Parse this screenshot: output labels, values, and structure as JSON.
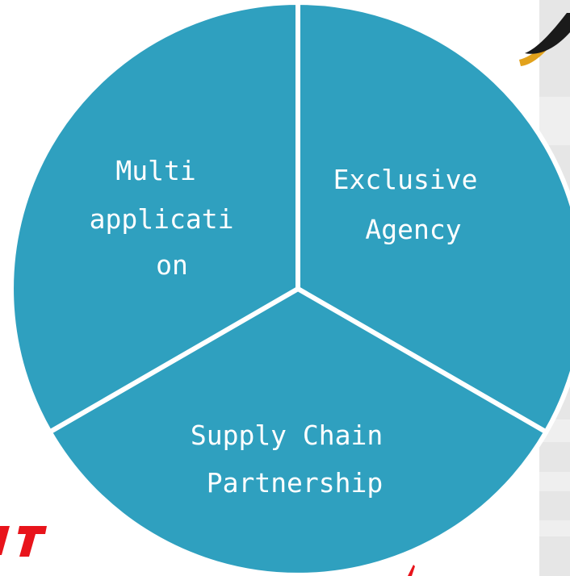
{
  "diagram": {
    "segments": [
      {
        "id": "exclusive-agency",
        "lines": [
          "Exclusive",
          "Agency"
        ]
      },
      {
        "id": "supply-chain-partnership",
        "lines": [
          "Supply Chain",
          "Partnership"
        ]
      },
      {
        "id": "multi-application",
        "lines": [
          "Multi",
          "applicati",
          "on"
        ]
      }
    ]
  },
  "colors": {
    "segment_fill": "#2fa0bf",
    "divider": "#ffffff",
    "logo_red": "#e8141b",
    "logo_gold": "#e2a21c",
    "backdrop": "#e6e6e6"
  },
  "icons": {
    "top_right_logo": "swoosh-logo-icon",
    "bottom_left_logo": "red-brand-logo-icon",
    "bottom_mark": "red-mark-icon"
  }
}
